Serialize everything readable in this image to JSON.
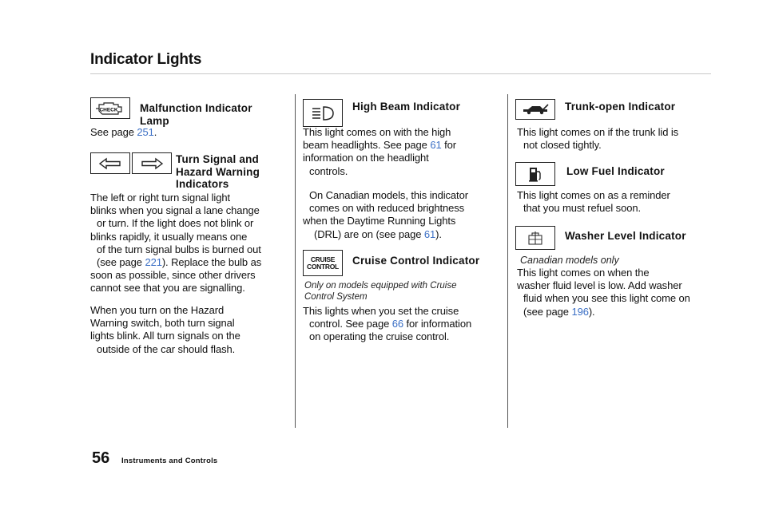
{
  "page": {
    "title": "Indicator Lights",
    "page_number": "56",
    "footer": "Instruments and Controls"
  },
  "col1": {
    "malfunction": {
      "heading_line1": "Malfunction Indicator",
      "heading_line2": "Lamp",
      "icon": "check-engine-icon",
      "icon_text": "CHECK",
      "see_prefix": "See page ",
      "see_page": "251",
      "see_suffix": "."
    },
    "turn_signal": {
      "heading_line1": "Turn Signal and",
      "heading_line2": "Hazard Warning",
      "heading_line3": "Indicators",
      "icon_left": "left-arrow-icon",
      "icon_right": "right-arrow-icon",
      "p1_l1": "The left or right turn signal light",
      "p1_l2": "blinks when you signal a lane change",
      "p1_l3": "or turn. If the light does not blink or",
      "p1_l4": "blinks rapidly, it usually means one",
      "p1_l5": "of the turn signal bulbs is burned out",
      "p1_l6_pre": "(see page ",
      "p1_l6_link": "221",
      "p1_l6_post": "). Replace the bulb as",
      "p1_l7": "soon as possible, since other drivers",
      "p1_l8": "cannot see that you are signalling.",
      "p2_l1": "When you turn on the Hazard",
      "p2_l2": "Warning switch, both turn signal",
      "p2_l3": "lights blink. All turn signals on the",
      "p2_l4": "outside of the car should flash."
    }
  },
  "col2": {
    "high_beam": {
      "heading": "High Beam Indicator",
      "icon": "high-beam-icon",
      "p1_l1": "This light comes on with the high",
      "p1_l2_pre": "beam headlights. See page ",
      "p1_l2_link": "61",
      "p1_l2_post": " for",
      "p1_l3": "information on the headlight",
      "p1_l4": "controls.",
      "p2_l1": "On Canadian models, this indicator",
      "p2_l2": "comes on with reduced brightness",
      "p2_l3": "when the Daytime Running Lights",
      "p2_l4_pre": "(DRL) are on (see page ",
      "p2_l4_link": "61",
      "p2_l4_post": ")."
    },
    "cruise": {
      "heading": "Cruise Control Indicator",
      "icon": "cruise-control-icon",
      "icon_text1": "CRUISE",
      "icon_text2": "CONTROL",
      "note_l1": "Only on models equipped with Cruise",
      "note_l2": "Control System",
      "p_l1": "This lights when you set the cruise",
      "p_l2_pre": "control. See page ",
      "p_l2_link": "66",
      "p_l2_post": " for information",
      "p_l3": "on operating the cruise control."
    }
  },
  "col3": {
    "trunk": {
      "heading": "Trunk-open Indicator",
      "icon": "trunk-open-icon",
      "p_l1": "This light comes on if the trunk lid is",
      "p_l2": "not closed tightly."
    },
    "fuel": {
      "heading": "Low Fuel Indicator",
      "icon": "fuel-pump-icon",
      "p_l1": "This light comes on as a reminder",
      "p_l2": "that you must refuel soon."
    },
    "washer": {
      "heading": "Washer Level Indicator",
      "icon": "washer-fluid-icon",
      "note": "Canadian models only",
      "p_l1": "This light comes on when the",
      "p_l2": "washer fluid level is low. Add washer",
      "p_l3": "fluid when you see this light come on",
      "p_l4_pre": "(see page ",
      "p_l4_link": "196",
      "p_l4_post": ")."
    }
  },
  "colors": {
    "link": "#3b6fc5",
    "text": "#111111",
    "rule": "#c9c9c9"
  }
}
